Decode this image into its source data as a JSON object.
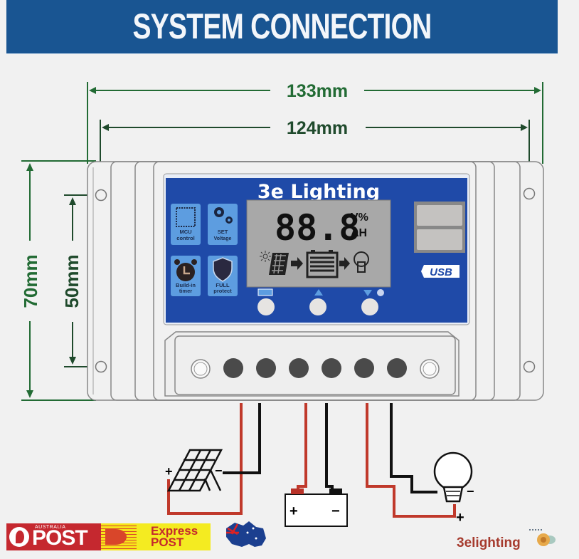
{
  "banner": {
    "title": "SYSTEM CONNECTION"
  },
  "dimensions": {
    "overall_width": "133mm",
    "mount_width": "124mm",
    "overall_height": "70mm",
    "mount_height": "50mm"
  },
  "controller": {
    "brand_label": "3e Lighting",
    "feature_badges": [
      {
        "icon": "chip-icon",
        "line1": "MCU",
        "line2": "control"
      },
      {
        "icon": "gears-icon",
        "line1": "SET",
        "line2": "Voltage"
      },
      {
        "icon": "alarm-clock-icon",
        "line1": "Build-in",
        "line2": "timer"
      },
      {
        "icon": "shield-icon",
        "line1": "FULL",
        "line2": "protect"
      }
    ],
    "lcd": {
      "digits": "88.8",
      "unit_top": "V%",
      "unit_bottom": "AH",
      "flow_icons": [
        "sun-icon",
        "solar-panel-icon",
        "arrow-icon",
        "battery-icon",
        "arrow-icon",
        "bulb-icon"
      ]
    },
    "buttons": [
      {
        "icon": "menu-icon",
        "name": "menu-button"
      },
      {
        "icon": "plus-triangle-icon",
        "name": "up-button"
      },
      {
        "icon": "minus-triangle-contrast-icon",
        "name": "down-button"
      }
    ],
    "usb_label": "USB",
    "terminal_count": 6
  },
  "wiring": {
    "solar": {
      "plus": "+",
      "minus": "−"
    },
    "battery": {
      "plus": "+",
      "minus": "−"
    },
    "load": {
      "plus": "+",
      "minus": "−"
    }
  },
  "colors": {
    "banner_blue": "#195592",
    "panel_blue": "#1f4aa8",
    "dimension_green": "#226b34",
    "wire_red": "#c0392b",
    "wire_black": "#111111"
  },
  "footer": {
    "ap_small": "AUSTRALIA",
    "ap_big": "POST",
    "express_line1": "Express",
    "express_line2": "POST",
    "brand": "3elighting"
  }
}
